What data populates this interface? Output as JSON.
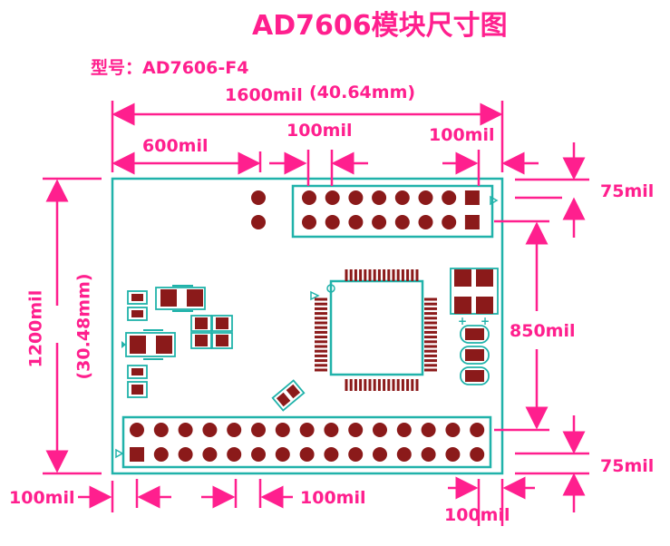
{
  "title": "AD7606模块尺寸图",
  "model": "型号：AD7606-F4",
  "dimensions": {
    "width_mil": "1600mil",
    "width_mm": "(40.64mm)",
    "offset_600": "600mil",
    "pitch_top_left": "100mil",
    "pitch_top_right": "100mil",
    "edge_top": "75mil",
    "row_spacing": "850mil",
    "edge_bottom": "75mil",
    "height_mil": "1200mil",
    "height_mm": "(30.48mm)",
    "bottom_left": "100mil",
    "bottom_mid": "100mil",
    "bottom_right": "100mil"
  },
  "colors": {
    "dimension": "#ff1f8e",
    "outline": "#20b2aa",
    "pad": "#8b1a1a"
  }
}
